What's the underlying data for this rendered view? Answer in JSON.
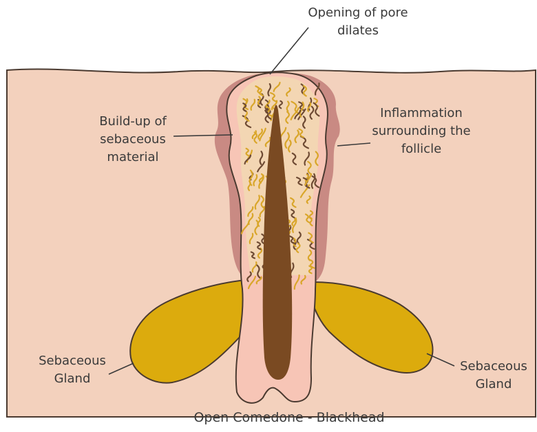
{
  "labels": {
    "pore": {
      "line1": "Opening of pore",
      "line2": "dilates"
    },
    "buildup": {
      "line1": "Build-up of",
      "line2": "sebaceous",
      "line3": "material"
    },
    "inflammation": {
      "line1": "Inflammation",
      "line2": "surrounding the",
      "line3": "follicle"
    },
    "gland_left": {
      "line1": "Sebaceous",
      "line2": "Gland"
    },
    "gland_right": {
      "line1": "Sebaceous",
      "line2": "Gland"
    }
  },
  "caption": "Open Comedone - Blackhead",
  "colors": {
    "skin": "#f3d1bd",
    "inflammation": "#c98a83",
    "follicle_wall": "#f7c5b6",
    "sebum": "#f3d6b3",
    "hair": "#7a4a22",
    "gland": "#dcab0d",
    "yellow_squiggle": "#d9a62a",
    "dark_squiggle": "#6e4a33",
    "outline": "#4a3a30"
  }
}
